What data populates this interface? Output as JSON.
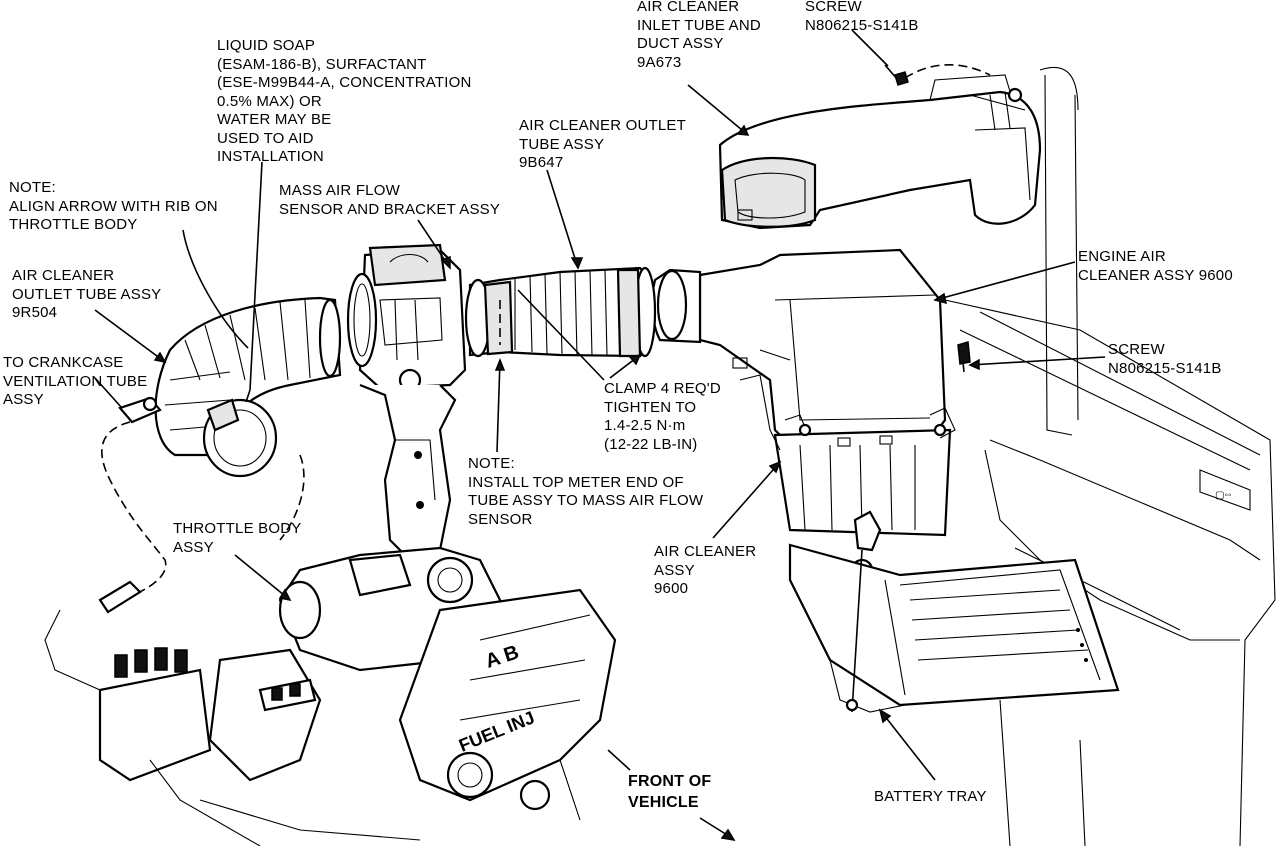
{
  "labels": {
    "liquid_soap": "LIQUID SOAP\n(ESAM-186-B), SURFACTANT\n(ESE-M99B44-A, CONCENTRATION\n0.5% MAX) OR\nWATER MAY BE\nUSED TO AID\nINSTALLATION",
    "inlet_tube": "AIR CLEANER\nINLET TUBE AND\nDUCT ASSY\n9A673",
    "screw_top": "SCREW\nN806215-S141B",
    "outlet_tube_9b647": "AIR CLEANER OUTLET\nTUBE ASSY\n9B647",
    "maf_sensor": "MASS AIR FLOW\nSENSOR AND BRACKET ASSY",
    "note_align": "NOTE:\nALIGN ARROW WITH RIB ON\nTHROTTLE BODY",
    "outlet_tube_9r504": "AIR CLEANER\nOUTLET TUBE ASSY\n9R504",
    "engine_air_cleaner": "ENGINE AIR\nCLEANER ASSY 9600",
    "screw_right": "SCREW\nN806215-S141B",
    "crankcase_tube": "TO CRANKCASE\nVENTILATION TUBE\nASSY",
    "clamp": "CLAMP 4 REQ'D\nTIGHTEN TO\n1.4-2.5 N·m\n(12-22 LB-IN)",
    "note_install": "NOTE:\nINSTALL TOP METER END OF\nTUBE ASSY TO MASS AIR FLOW\nSENSOR",
    "throttle_body": "THROTTLE BODY\nASSY",
    "air_cleaner_assy": "AIR CLEANER\nASSY\n9600",
    "front_of_vehicle": "FRONT OF\nVEHICLE",
    "battery_tray": "BATTERY TRAY"
  }
}
